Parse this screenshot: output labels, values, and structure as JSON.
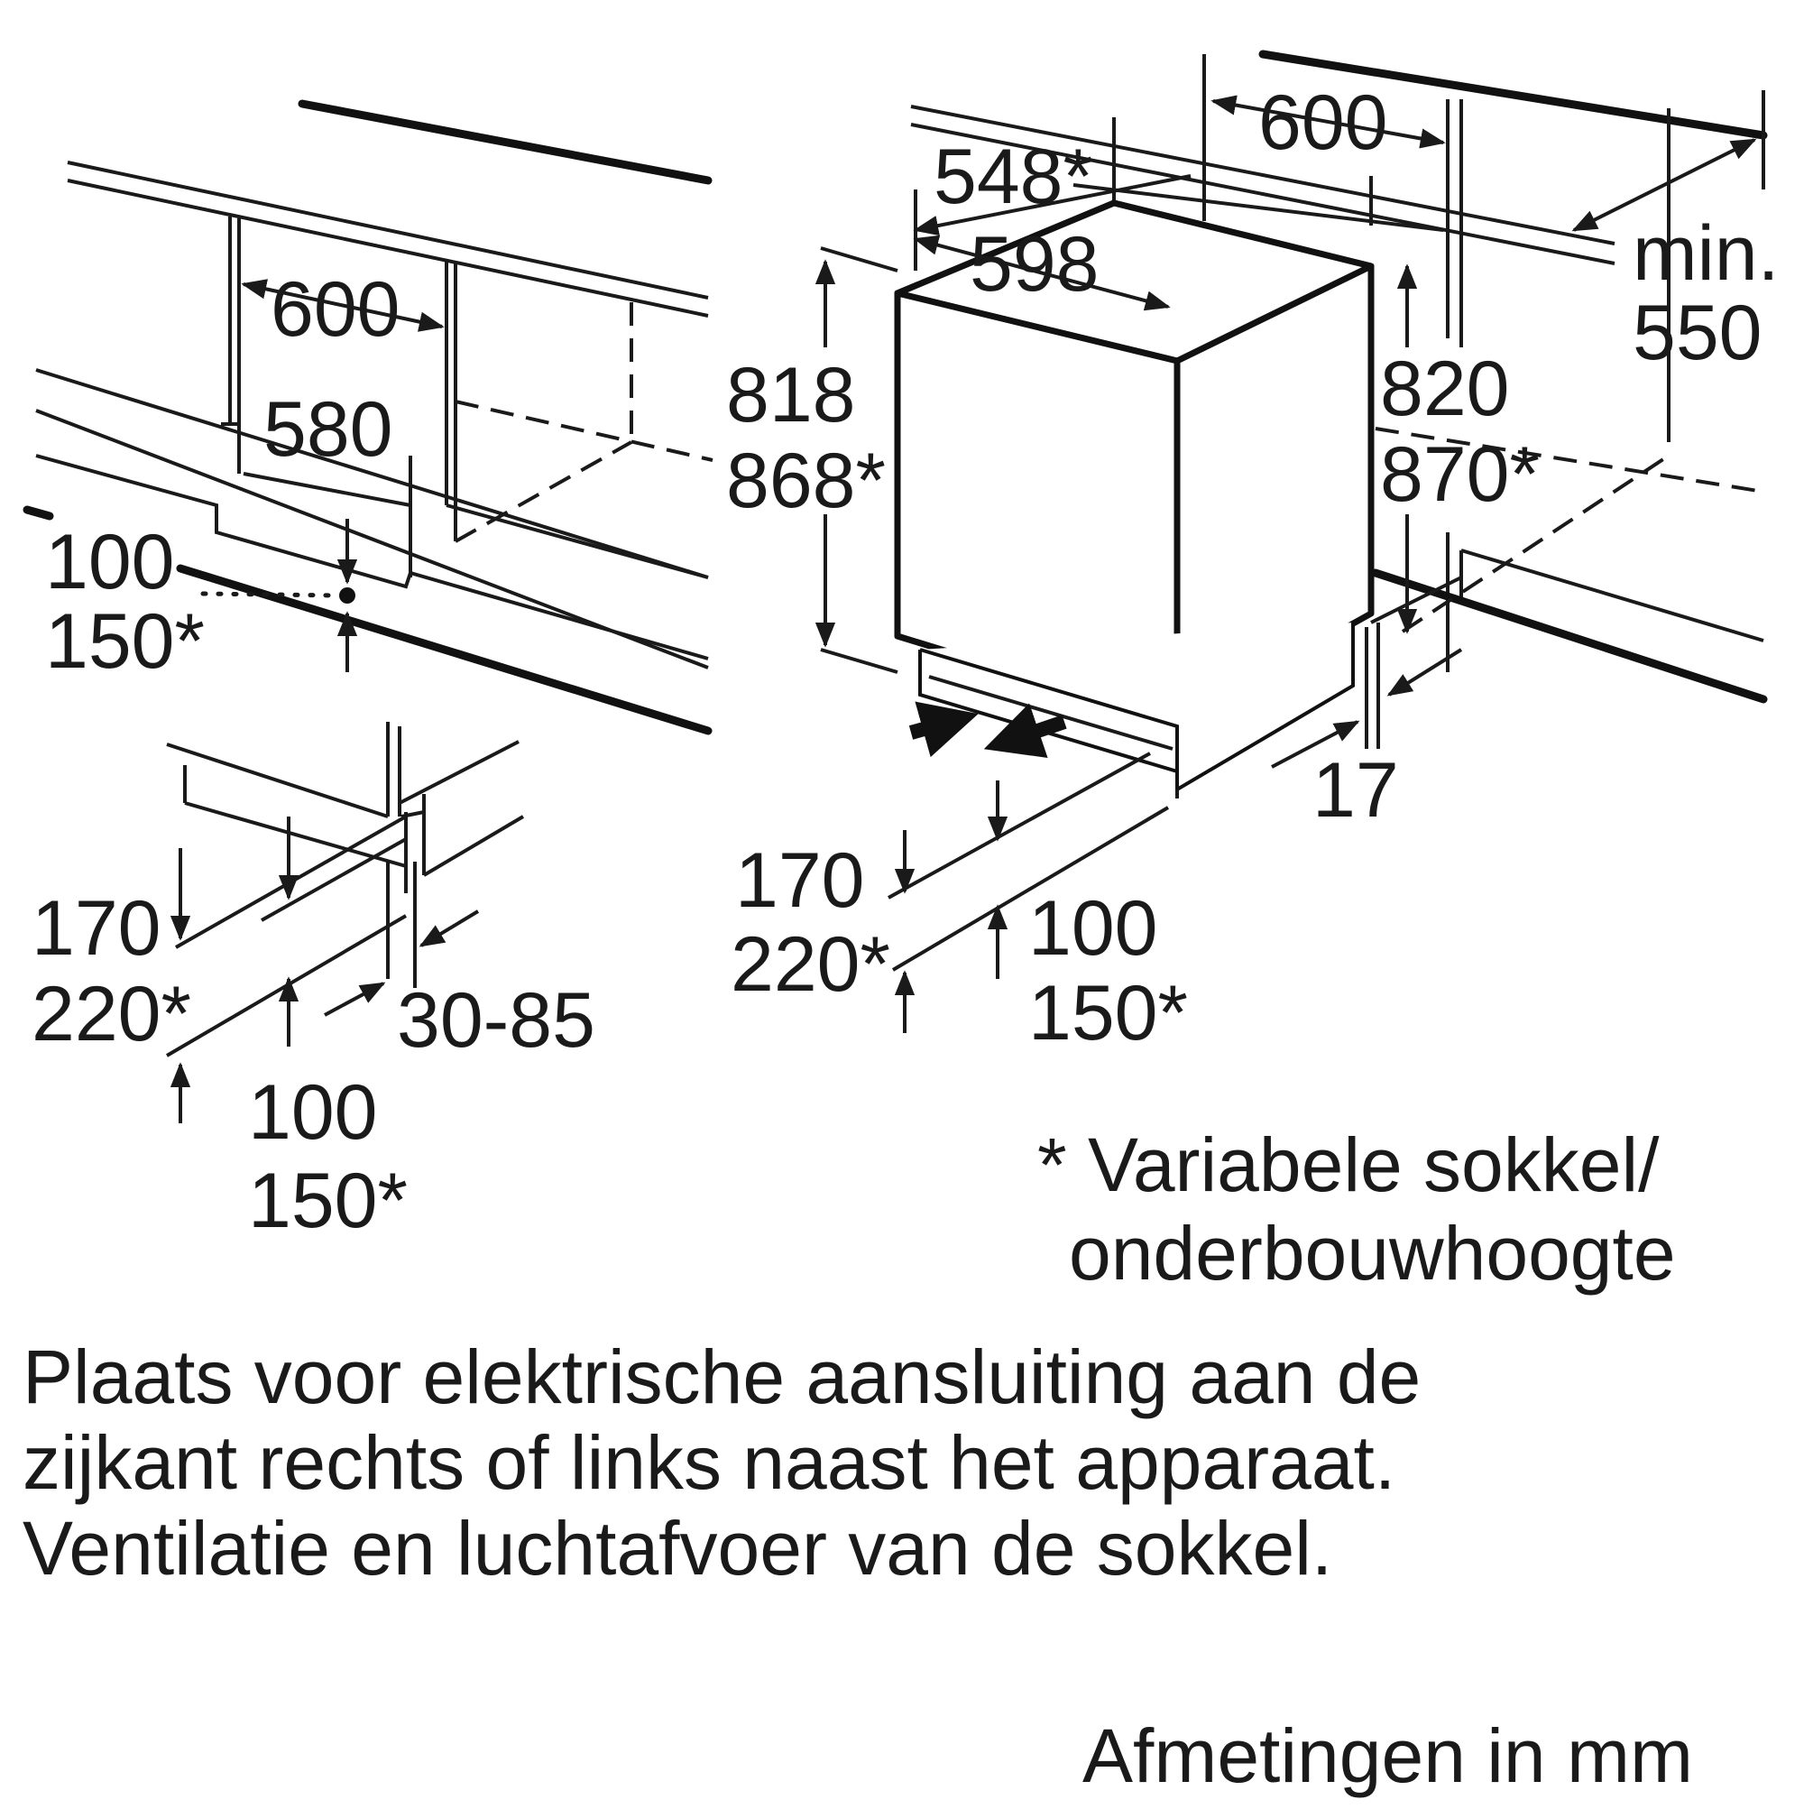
{
  "left_view": {
    "niche_width": "600",
    "opening_depth": "580",
    "cable_height_1": "100",
    "cable_height_2": "150*"
  },
  "plinth_view": {
    "plinth_height_1": "170",
    "plinth_height_2": "220*",
    "plinth_setback": "30-85",
    "vent_height_1": "100",
    "vent_height_2": "150*"
  },
  "appliance_view": {
    "depth_548": "548*",
    "niche_depth": "600",
    "appliance_width": "598",
    "appliance_height_1": "818",
    "appliance_height_2": "868*",
    "niche_height_1": "820",
    "niche_height_2": "870*",
    "min_label": "min.",
    "min_value": "550",
    "door_gap": "17",
    "plinth_height_1": "170",
    "plinth_height_2": "220*",
    "vent_height_1": "100",
    "vent_height_2": "150*"
  },
  "notes": {
    "footnote_line1": "* Variabele sokkel/",
    "footnote_line2": "onderbouwhoogte",
    "paragraph_line1": "Plaats voor elektrische aansluiting aan de",
    "paragraph_line2": "zijkant rechts of links naast het apparaat.",
    "paragraph_line3": "Ventilatie en luchtafvoer van de sokkel.",
    "units": "Afmetingen in mm"
  }
}
